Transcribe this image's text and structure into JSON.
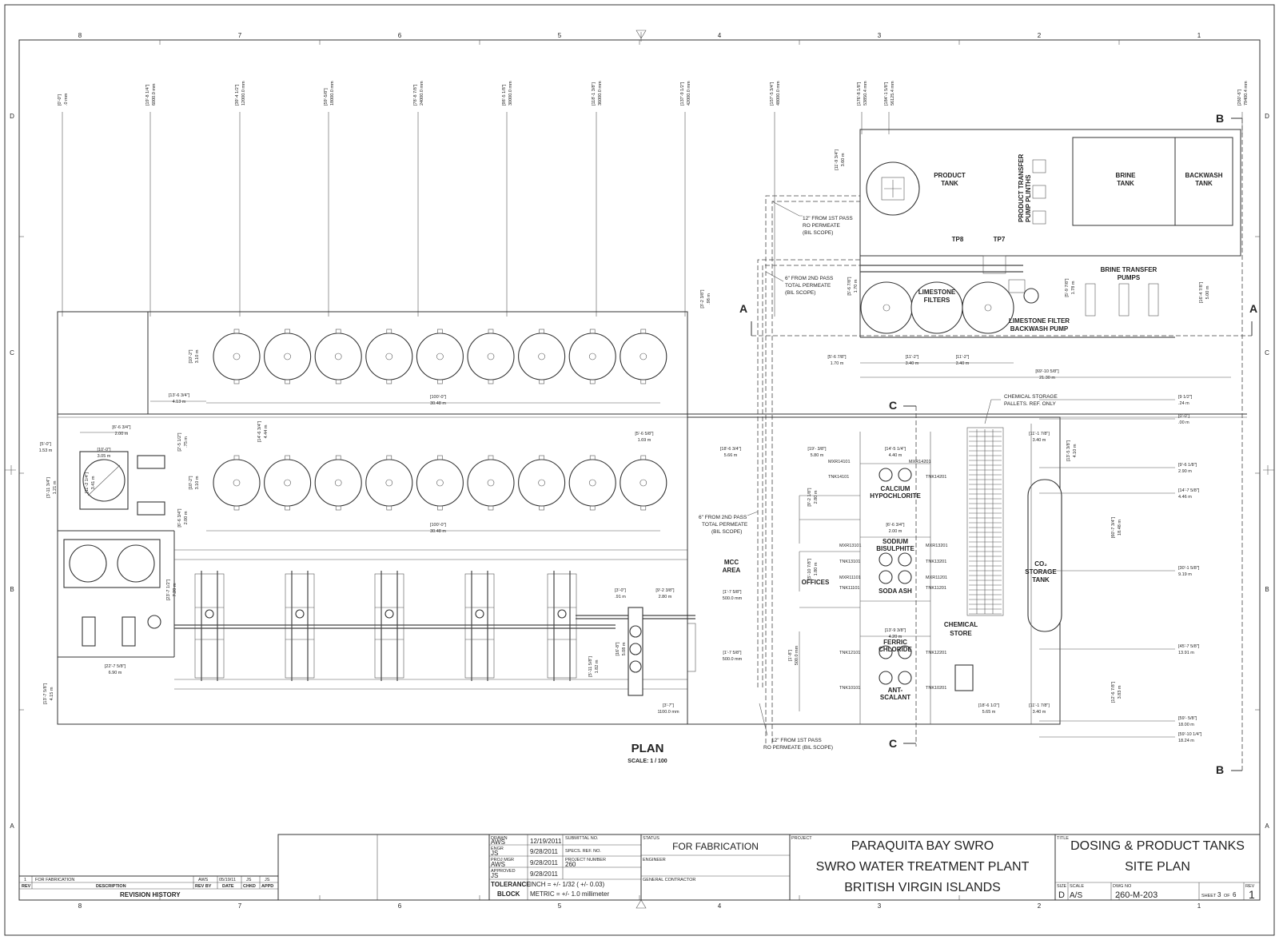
{
  "grid": {
    "columns": [
      "8",
      "7",
      "6",
      "5",
      "4",
      "3",
      "2",
      "1"
    ],
    "rows": [
      "D",
      "C",
      "B",
      "A"
    ]
  },
  "station_marks": [
    {
      "imp": "[0'-0\"]",
      "met": ".0 mm"
    },
    {
      "imp": "[19'-8 1/4\"]",
      "met": "6000.0 mm"
    },
    {
      "imp": "[39'-4 1/2\"]",
      "met": "12000.0 mm"
    },
    {
      "imp": "[59'-5/8\"]",
      "met": "18000.0 mm"
    },
    {
      "imp": "[78'-8 7/8\"]",
      "met": "24000.0 mm"
    },
    {
      "imp": "[98'-5 1/8\"]",
      "met": "30000.0 mm"
    },
    {
      "imp": "[118'-1 3/8\"]",
      "met": "36000.0 mm"
    },
    {
      "imp": "[137'-9 1/2\"]",
      "met": "42000.0 mm"
    },
    {
      "imp": "[157'-5 3/4\"]",
      "met": "48000.0 mm"
    },
    {
      "imp": "[176'-8 1/8\"]",
      "met": "53850.4 mm"
    },
    {
      "imp": "[184'-1 5/8\"]",
      "met": "56125.4 mm"
    },
    {
      "imp": "[260'-6\"]",
      "met": "79400.4 mm"
    }
  ],
  "section_marks": {
    "a": "A",
    "b": "B",
    "c": "C"
  },
  "labels": {
    "product_tank": [
      "PRODUCT",
      "TANK"
    ],
    "brine_tank": [
      "BRINE",
      "TANK"
    ],
    "backwash_tank": [
      "BACKWASH",
      "TANK"
    ],
    "product_pump_plinths": [
      "PRODUCT TRANSFER",
      "PUMP PLINTHS"
    ],
    "tp8": "TP8",
    "tp7": "TP7",
    "brine_pumps": [
      "BRINE TRANSFER",
      "PUMPS"
    ],
    "limestone_filters": [
      "LIMESTONE",
      "FILTERS"
    ],
    "lf_backwash_pump": [
      "LIMESTONE FILTER",
      "BACKWASH PUMP"
    ],
    "permeate_1st_top": [
      "12\" FROM 1ST PASS",
      "RO PERMEATE",
      "(BIL SCOPE)"
    ],
    "permeate_2nd_top": [
      "6\" FROM 2ND PASS",
      "TOTAL PERMEATE",
      "(BIL SCOPE)"
    ],
    "permeate_2nd_mid": [
      "6\" FROM 2ND PASS",
      "TOTAL PERMEATE",
      "(BIL SCOPE)"
    ],
    "permeate_1st_bottom": [
      "12\" FROM 1ST PASS",
      "RO PERMEATE (BIL SCOPE)"
    ],
    "chem_pallets": [
      "CHEMICAL STORAGE",
      "PALLETS. REF. ONLY"
    ],
    "mcc_area": [
      "MCC",
      "AREA"
    ],
    "offices": "OFFICES",
    "chemical_store": [
      "CHEMICAL",
      "STORE"
    ],
    "co2_tank": [
      "CO₂",
      "STORAGE",
      "TANK"
    ],
    "calcium": [
      "CALCIUM",
      "HYPOCHLORITE"
    ],
    "sodium": [
      "SODIUM",
      "BISULPHITE"
    ],
    "soda_ash": "SODA ASH",
    "ferric": [
      "FERRIC",
      "CHLORIDE"
    ],
    "antiscalant": [
      "ANT-",
      "SCALANT"
    ],
    "tags": {
      "mxr14101": "MXR14101",
      "tnk14101": "TNK14101",
      "mxr14201": "MXR14201",
      "tnk14201": "TNK14201",
      "mxr13101": "MXR13101",
      "tnk13101": "TNK13101",
      "mxr13201": "MXR13201",
      "tnk13201": "TNK13201",
      "mxr11101": "MXR11101",
      "tnk11101": "TNK11101",
      "mxr11201": "MXR11201",
      "tnk11201": "TNK11201",
      "tnk12101": "TNK12101",
      "tnk12201": "TNK12201",
      "tnk10101": "TNK10101",
      "tnk10201": "TNK10201"
    },
    "plan_title": "PLAN",
    "plan_scale": "SCALE: 1 / 100"
  },
  "dims": {
    "d_100_top": [
      "[100'-0\"]",
      "30.48 m"
    ],
    "d_100_mid": [
      "[100'-0\"]",
      "30.48 m"
    ],
    "d_13_6": [
      "[13'-6 3/4\"]",
      "4.13 m"
    ],
    "d_10_2_top": [
      "[10'-2\"]",
      "3.10 m"
    ],
    "d_10_2_mid": [
      "[10'-2\"]",
      "3.10 m"
    ],
    "d_14_6": [
      "[14'-6 3/4\"]",
      "4.44 m"
    ],
    "d_3_2": [
      "[3'-2 3/8\"]",
      ".98 m"
    ],
    "d_6_6_top": [
      "[6'-6 3/4\"]",
      "2.00 m"
    ],
    "d_2_5": [
      "[2'-5 1/2\"]",
      ".75 m"
    ],
    "d_5_0": [
      "[5'-0\"]",
      "1.53 m"
    ],
    "d_10_0": [
      "[10'-0\"]",
      "3.05 m"
    ],
    "d_11_2": [
      "[11'-2 1/4\"]",
      "3.41 m"
    ],
    "d_3_11": [
      "[3'-11 3/4\"]",
      "1.21 m"
    ],
    "d_6_6_left": [
      "[6'-6 3/4\"]",
      "2.00 m"
    ],
    "d_23_7": [
      "[23'-7 1/2\"]",
      "7.20 m"
    ],
    "d_22_7": [
      "[22'-7 5/8\"]",
      "6.90 m"
    ],
    "d_13_7": [
      "[13'-7 5/8\"]",
      "4.15 m"
    ],
    "d_5_6_top": [
      "[5'-6 5/8\"]",
      "1.69 m"
    ],
    "d_3_0": [
      "[3'-0\"]",
      ".91 m"
    ],
    "d_9_2": [
      "[9'-2 3/8\"]",
      "2.80 m"
    ],
    "d_16_8": [
      "[16'-8\"]",
      "5.08 m"
    ],
    "d_5_11": [
      "[5'-11 5/8\"]",
      "1.82 m"
    ],
    "d_3_7": [
      "[3'-7\"]",
      "1100.0 mm"
    ],
    "d_1_7_a": [
      "[1'-7 5/8\"]",
      "500.0 mm"
    ],
    "d_1_7_b": [
      "[1'-7 5/8\"]",
      "500.0 mm"
    ],
    "d_1_8": [
      "[1'-8\"]",
      "500.0 mm"
    ],
    "d_18_6_top": [
      "[18'-6 3/4\"]",
      "5.66 m"
    ],
    "d_19_3": [
      "[19'- 3/8\"]",
      "5.80 m"
    ],
    "d_14_5": [
      "[14'-5 1/4\"]",
      "4.40 m"
    ],
    "d_9_2_b": [
      "[9'-2 1/8\"]",
      "2.80 m"
    ],
    "d_6_6_c": [
      "[6'-6 3/4\"]",
      "2.00 m"
    ],
    "d_5_10": [
      "[5'-10 7/8\"]",
      "1.80 m"
    ],
    "d_13_9": [
      "[13'-9 3/8\"]",
      "4.20 m"
    ],
    "d_18_6_bot": [
      "[18'-6 1/2\"]",
      "5.65 m"
    ],
    "d_11_1_top": [
      "[11'-1 7/8\"]",
      "3.40 m"
    ],
    "d_11_1_bot": [
      "[11'-1 7/8\"]",
      "3.40 m"
    ],
    "d_13_5": [
      "[13'-5 3/8\"]",
      "4.10 m"
    ],
    "d_60_7": [
      "[60'-7 3/4\"]",
      "18.48 m"
    ],
    "d_12_6": [
      "[12'-6 7/8\"]",
      "3.83 m"
    ],
    "d_11_9": [
      "[11'-9 3/4\"]",
      "3.60 m"
    ],
    "d_5_6_b": [
      "[5'-6 7/8\"]",
      "1.70 m"
    ],
    "d_5_6_c": [
      "[5'-6 7/8\"]",
      "1.70 m"
    ],
    "d_11_2_a": [
      "[11'-2\"]",
      "3.40 m"
    ],
    "d_11_2_b": [
      "[11'-2\"]",
      "3.40 m"
    ],
    "d_69_10": [
      "[69'-10 5/8\"]",
      "21.30 m"
    ],
    "d_5_9": [
      "[5'-9 7/8\"]",
      "1.78 m"
    ],
    "d_16_4": [
      "[16'-4 7/8\"]",
      "5.00 m"
    ],
    "r_9_half": [
      "[9 1/2\"]",
      ".24 m"
    ],
    "r_0_0": [
      "[0'-0\"]",
      ".00 m"
    ],
    "r_9_6": [
      "[9'-6 1/8\"]",
      "2.90 m"
    ],
    "r_14_7": [
      "[14'-7 5/8\"]",
      "4.46 m"
    ],
    "r_30_1": [
      "[30'-1 5/8\"]",
      "9.19 m"
    ],
    "r_45_7": [
      "[45'-7 5/8\"]",
      "13.91 m"
    ],
    "r_59_5": [
      "[59'- 5/8\"]",
      "18.00 m"
    ],
    "r_59_10": [
      "[59'-10 1/4\"]",
      "18.24 m"
    ]
  },
  "title_block": {
    "revision_row": {
      "rev": "1",
      "desc": "FOR FABRICATION",
      "by": "AWS",
      "date": "05/19/11",
      "chkd": "JS",
      "appd": "JS"
    },
    "revision_headers": {
      "rev": "REV",
      "desc": "DESCRIPTION",
      "by": "REV BY",
      "date": "DATE",
      "chkd": "CHKD",
      "appd": "APPD"
    },
    "revision_history": "REVISION HISTORY",
    "drawn_label": "DRAWN",
    "drawn": "AWS",
    "drawn_date": "12/19/2011",
    "engr_label": "ENGR",
    "engr": "JS",
    "engr_date": "9/28/2011",
    "projmgr_label": "PROJ MGR",
    "projmgr": "AWS",
    "projmgr_date": "9/28/2011",
    "approved_label": "APPROVED",
    "approved": "JS",
    "approved_date": "9/28/2011",
    "submittal_label": "SUBMITTAL NO.",
    "specs_label": "SPECS. REF. NO.",
    "project_number_label": "PROJECT NUMBER",
    "project_number": "260",
    "tolerance": [
      "TOLERANCE",
      "BLOCK"
    ],
    "inch": "INCH = +/- 1/32 ( +/- 0.03)",
    "metric": "METRIC = +/- 1.0 millimeter",
    "status_label": "STATUS",
    "status": "FOR FABRICATION",
    "engineer_label": "ENGINEER",
    "gc_label": "GENERAL CONTRACTOR",
    "project_label": "PROJECT",
    "project": [
      "PARAQUITA BAY SWRO",
      "SWRO WATER TREATMENT PLANT",
      "BRITISH VIRGIN ISLANDS"
    ],
    "title_label": "TITLE",
    "title": [
      "DOSING & PRODUCT TANKS",
      "SITE PLAN"
    ],
    "size_label": "SIZE",
    "size": "D",
    "scale_label": "SCALE",
    "scale": "A/S",
    "dwg_label": "DWG NO",
    "dwg": "260-M-203",
    "sheet_label": "SHEET",
    "sheet": "3",
    "of_label": "OF",
    "of": "6",
    "rev_label": "REV",
    "rev": "1"
  }
}
